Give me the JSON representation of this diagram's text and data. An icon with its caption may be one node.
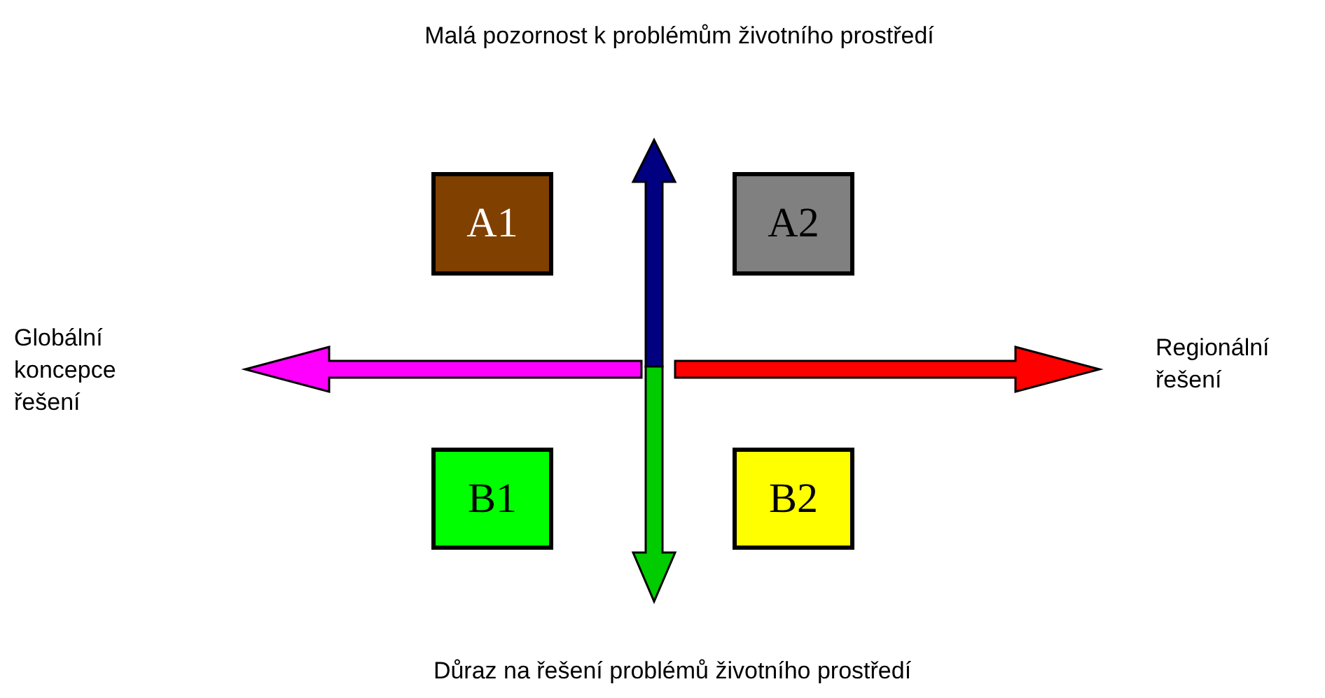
{
  "diagram": {
    "nodes": [
      {
        "text": [
          "A1"
        ]
      },
      {
        "text": [
          "A2"
        ]
      },
      {
        "text": [
          "B1"
        ]
      },
      {
        "text": [
          "B2"
        ]
      }
    ],
    "labels": [
      "Malá pozornost k problémům životního prostředí",
      "Globální koncepce řešení",
      "Regionální řešení",
      "Důraz na řešení problémů životního prostředí"
    ]
  }
}
